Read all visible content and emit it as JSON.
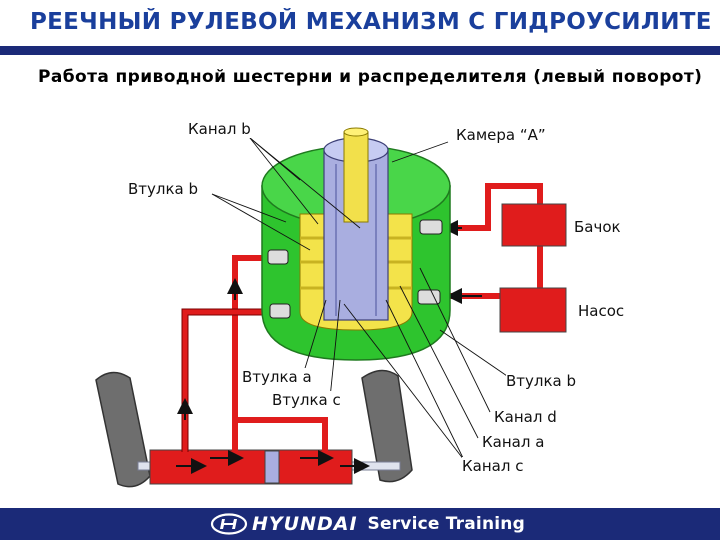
{
  "header": {
    "title": "РЕЕЧНЫЙ РУЛЕВОЙ МЕХАНИЗМ С ГИДРОУСИЛИТЕЛЕМ",
    "subtitle": "Работа приводной шестерни и распределителя (левый поворот)"
  },
  "labels": {
    "channel_b_top": "Канал b",
    "chamber_a": "Камера “А”",
    "bushing_b_left": "Втулка b",
    "tank": "Бачок",
    "pump": "Насос",
    "bushing_a": "Втулка a",
    "bushing_c": "Втулка c",
    "bushing_b_right": "Втулка b",
    "channel_d": "Канал d",
    "channel_a": "Канал a",
    "channel_c": "Канал c"
  },
  "footer": {
    "brand": "HYUNDAI",
    "service": "Service Training"
  },
  "colors": {
    "title": "#1a3f9c",
    "band": "#1b2a78",
    "housing": "#2ec42e",
    "fluid": "#e01c1c",
    "valve_spool": "#a9aee0",
    "sleeve": "#f3e34a",
    "shaft": "#f2e04b",
    "tire": "#6e6e6e"
  }
}
